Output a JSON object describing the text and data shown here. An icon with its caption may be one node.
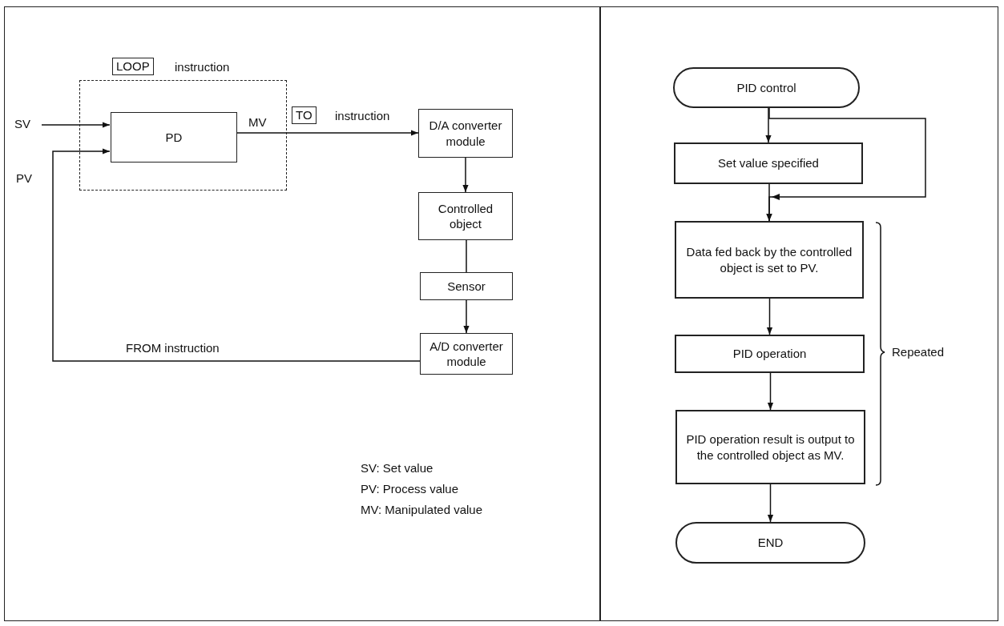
{
  "diagram": {
    "nodes": [
      {
        "text": [
          "LOOP",
          "instruction"
        ]
      },
      {
        "text": [
          "PD"
        ],
        "in": 0
      },
      {
        "text": [
          "SV"
        ]
      },
      {
        "text": [
          "D/A converter module"
        ]
      },
      {
        "text": [
          "Controlled object"
        ]
      },
      {
        "text": [
          "Sensor"
        ]
      },
      {
        "text": [
          "A/D converter module"
        ]
      },
      {
        "text": [
          "PID control"
        ]
      },
      {
        "text": [
          "Set value specified"
        ]
      },
      {
        "text": [
          "Data fed back by the controlled object is set to PV."
        ]
      },
      {
        "text": [
          "PID operation"
        ]
      },
      {
        "text": [
          "PID operation result is output to the controlled object as MV."
        ]
      },
      {
        "text": [
          "END"
        ]
      }
    ],
    "edges": [
      {
        "from": 2,
        "to": 1,
        "arrow": "to"
      },
      {
        "from": 6,
        "to": 1,
        "arrow": "to",
        "label": "FROM instruction"
      },
      {
        "from": 1,
        "to": 3,
        "arrow": "to"
      },
      {
        "from": 3,
        "to": 4,
        "arrow": "to"
      },
      {
        "from": 4,
        "to": 5,
        "arrow": "none"
      },
      {
        "from": 5,
        "to": 6,
        "arrow": "to"
      },
      {
        "from": 7,
        "to": 8,
        "arrow": "to"
      },
      {
        "from": 8,
        "to": 9,
        "arrow": "to"
      },
      {
        "from": 7,
        "to": 9,
        "arrow": "to"
      },
      {
        "from": 9,
        "to": 10,
        "arrow": "to"
      },
      {
        "from": 10,
        "to": 11,
        "arrow": "to"
      },
      {
        "from": 11,
        "to": 12,
        "arrow": "to"
      }
    ],
    "labels": [
      "PV",
      "MV",
      "TO",
      "instruction",
      "SV: Set value",
      "PV: Process value",
      "MV: Manipulated value",
      "Repeated"
    ]
  }
}
